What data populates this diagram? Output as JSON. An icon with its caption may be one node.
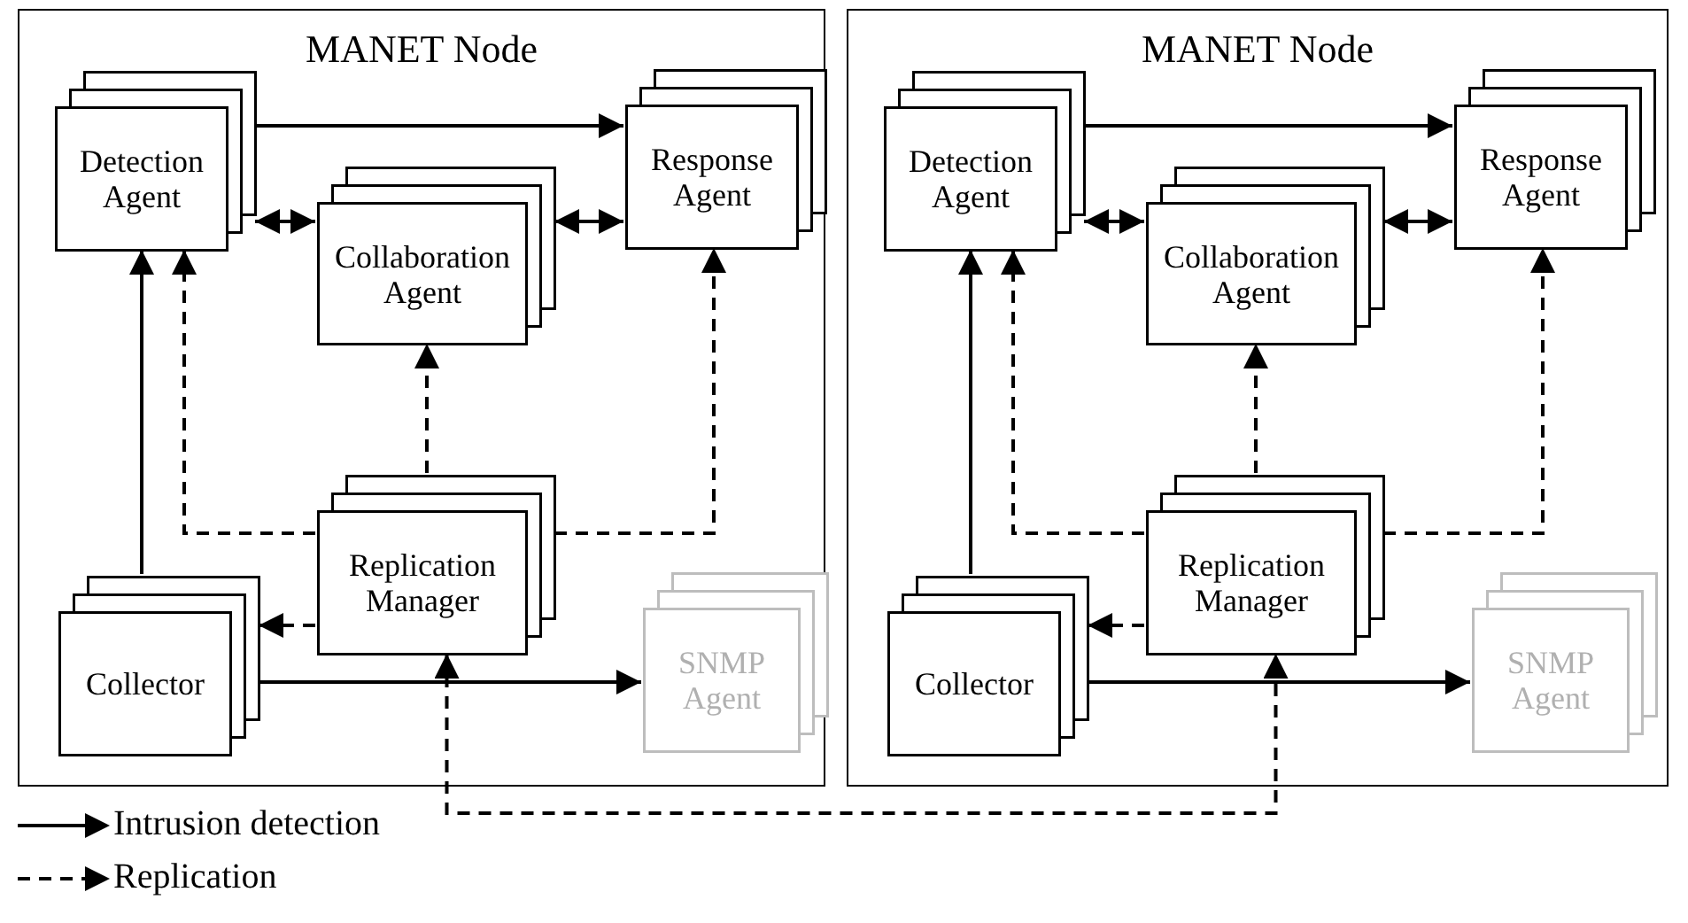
{
  "diagram": {
    "nodes": [
      {
        "text": [
          "MANET Node"
        ]
      },
      {
        "text": [
          "Detection Agent"
        ],
        "in": 0
      },
      {
        "text": [
          "Response Agent"
        ],
        "in": 0
      },
      {
        "text": [
          "Collaboration Agent"
        ],
        "in": 0
      },
      {
        "text": [
          "Replication Manager"
        ],
        "in": 0
      },
      {
        "text": [
          "Collector"
        ],
        "in": 0
      },
      {
        "text": [
          "SNMP Agent"
        ],
        "in": 0
      },
      {
        "text": [
          "MANET Node"
        ]
      },
      {
        "text": [
          "Detection Agent"
        ],
        "in": 7
      },
      {
        "text": [
          "Response Agent"
        ],
        "in": 7
      },
      {
        "text": [
          "Collaboration Agent"
        ],
        "in": 7
      },
      {
        "text": [
          "Replication Manager"
        ],
        "in": 7
      },
      {
        "text": [
          "Collector"
        ],
        "in": 7
      },
      {
        "text": [
          "SNMP Agent"
        ],
        "in": 7
      }
    ],
    "edges": [
      {
        "from": 1,
        "to": 2,
        "arrow": "to"
      },
      {
        "from": 1,
        "to": 3,
        "arrow": "both"
      },
      {
        "from": 3,
        "to": 2,
        "arrow": "both"
      },
      {
        "from": 5,
        "to": 1,
        "arrow": "to"
      },
      {
        "from": 4,
        "to": 3,
        "arrow": "to",
        "style": "dashed"
      },
      {
        "from": 4,
        "to": 1,
        "arrow": "to",
        "style": "dashed"
      },
      {
        "from": 4,
        "to": 2,
        "arrow": "to",
        "style": "dashed"
      },
      {
        "from": 4,
        "to": 5,
        "arrow": "to",
        "style": "dashed"
      },
      {
        "from": 5,
        "to": 6,
        "arrow": "to"
      },
      {
        "from": 8,
        "to": 9,
        "arrow": "to"
      },
      {
        "from": 8,
        "to": 10,
        "arrow": "both"
      },
      {
        "from": 10,
        "to": 9,
        "arrow": "both"
      },
      {
        "from": 12,
        "to": 8,
        "arrow": "to"
      },
      {
        "from": 11,
        "to": 10,
        "arrow": "to",
        "style": "dashed"
      },
      {
        "from": 11,
        "to": 8,
        "arrow": "to",
        "style": "dashed"
      },
      {
        "from": 11,
        "to": 9,
        "arrow": "to",
        "style": "dashed"
      },
      {
        "from": 11,
        "to": 12,
        "arrow": "to",
        "style": "dashed"
      },
      {
        "from": 12,
        "to": 13,
        "arrow": "to"
      },
      {
        "from": 4,
        "to": 11,
        "arrow": "both",
        "style": "dashed"
      }
    ],
    "legend": [
      {
        "text": "Intrusion detection"
      },
      {
        "text": "Replication"
      }
    ]
  }
}
